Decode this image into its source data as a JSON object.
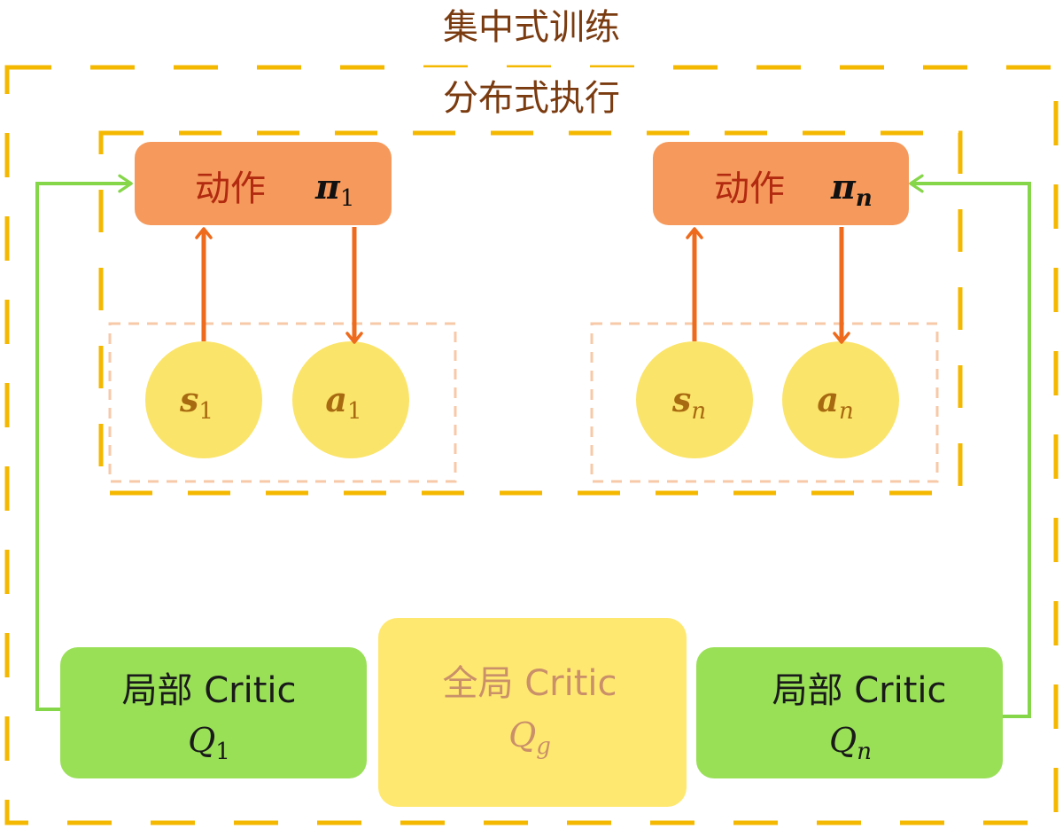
{
  "outer_title": "集中式训练",
  "inner_title": "分布式执行",
  "agents": [
    {
      "action": {
        "label": "动作",
        "policy_symbol": "π",
        "policy_sub": "1"
      },
      "state": {
        "symbol": "s",
        "sub": "1"
      },
      "act": {
        "symbol": "a",
        "sub": "1"
      }
    },
    {
      "action": {
        "label": "动作",
        "policy_symbol": "π",
        "policy_sub": "n"
      },
      "state": {
        "symbol": "s",
        "sub": "n"
      },
      "act": {
        "symbol": "a",
        "sub": "n"
      }
    }
  ],
  "critics": {
    "local_1": {
      "label": "局部 Critic",
      "q_symbol": "Q",
      "q_sub": "1"
    },
    "global": {
      "label": "全局 Critic",
      "q_symbol": "Q",
      "q_sub": "g"
    },
    "local_n": {
      "label": "局部 Critic",
      "q_symbol": "Q",
      "q_sub": "n"
    }
  },
  "colors": {
    "outer_dash": "#f5b800",
    "inner_dash": "#f5b800",
    "title_text": "#7a3b10",
    "action_fill": "#f59a5c",
    "action_text": "#b22a10",
    "orange_arrow": "#ee6a1c",
    "node_fill": "#fbe46a",
    "node_text": "#a86a10",
    "pair_dash": "#f7c9a8",
    "green_arrow": "#86d64a",
    "local_critic_fill": "#99e057",
    "global_critic_fill": "#ffe870",
    "global_critic_text": "#c9906a",
    "critic_text": "#1a1a1a"
  }
}
